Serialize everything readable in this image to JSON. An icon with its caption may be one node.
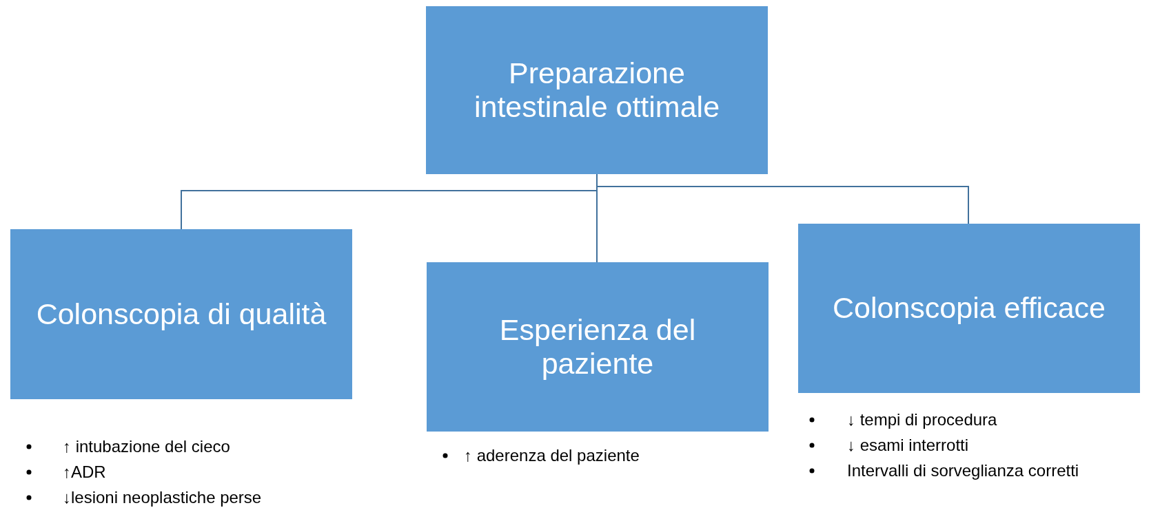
{
  "diagram": {
    "nodes": [
      {
        "text": [
          "Preparazione intestinale ottimale"
        ]
      },
      {
        "text": [
          "Colonscopia di qualità"
        ],
        "beside": [
          "↑ intubazione del cieco",
          "↑ADR",
          "↓lesioni neoplastiche perse"
        ]
      },
      {
        "text": [
          "Esperienza del paziente"
        ],
        "beside": [
          "↑ aderenza del paziente"
        ]
      },
      {
        "text": [
          "Colonscopia efficace"
        ],
        "beside": [
          "↓ tempi di procedura",
          "↓ esami interrotti",
          "Intervalli di sorveglianza corretti"
        ]
      }
    ],
    "edges": [
      {
        "from": 0,
        "to": 1,
        "arrow": "none"
      },
      {
        "from": 0,
        "to": 2,
        "arrow": "none"
      },
      {
        "from": 0,
        "to": 3,
        "arrow": "none"
      }
    ]
  }
}
